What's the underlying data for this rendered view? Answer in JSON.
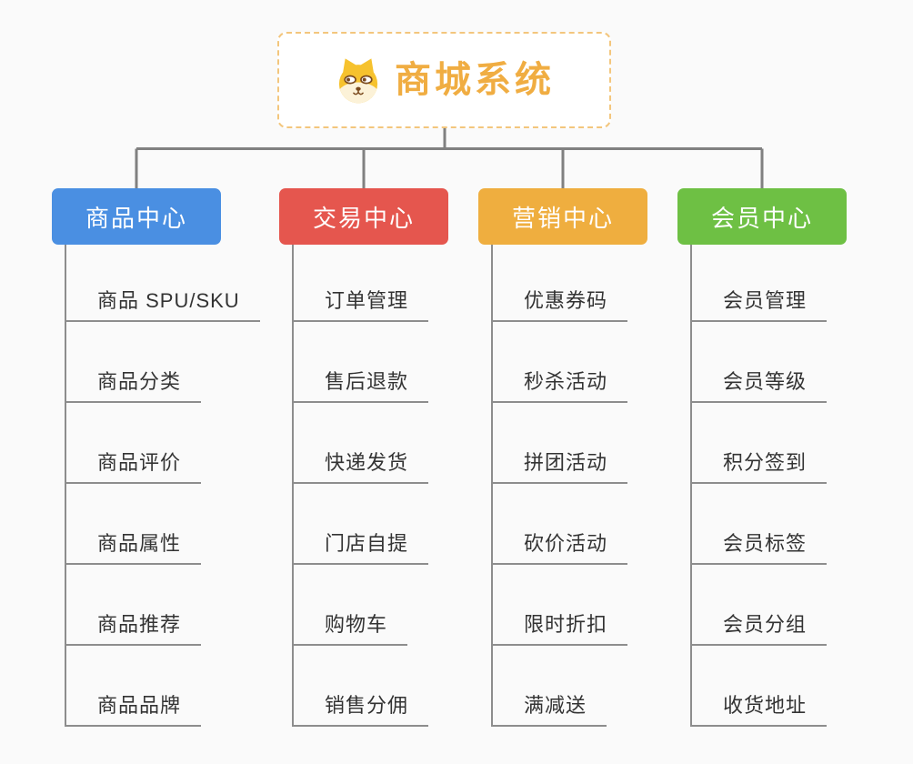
{
  "root": {
    "label": "商城系统",
    "icon": "dog-face-icon",
    "text_color": "#f0ad42",
    "border_color": "#f3c67d",
    "background": "#ffffff"
  },
  "branches": [
    {
      "label": "商品中心",
      "color": "#4a8fe2",
      "children": [
        "商品 SPU/SKU",
        "商品分类",
        "商品评价",
        "商品属性",
        "商品推荐",
        "商品品牌"
      ]
    },
    {
      "label": "交易中心",
      "color": "#e5564e",
      "children": [
        "订单管理",
        "售后退款",
        "快递发货",
        "门店自提",
        "购物车",
        "销售分佣"
      ]
    },
    {
      "label": "营销中心",
      "color": "#efae3f",
      "children": [
        "优惠券码",
        "秒杀活动",
        "拼团活动",
        "砍价活动",
        "限时折扣",
        "满减送"
      ]
    },
    {
      "label": "会员中心",
      "color": "#6ec044",
      "children": [
        "会员管理",
        "会员等级",
        "积分签到",
        "会员标签",
        "会员分组",
        "收货地址"
      ]
    }
  ],
  "lines": {
    "connector_color": "#808080",
    "underline_color": "#8d8d8d",
    "leaf_text_color": "#333333",
    "canvas_background": "#fafafa"
  }
}
